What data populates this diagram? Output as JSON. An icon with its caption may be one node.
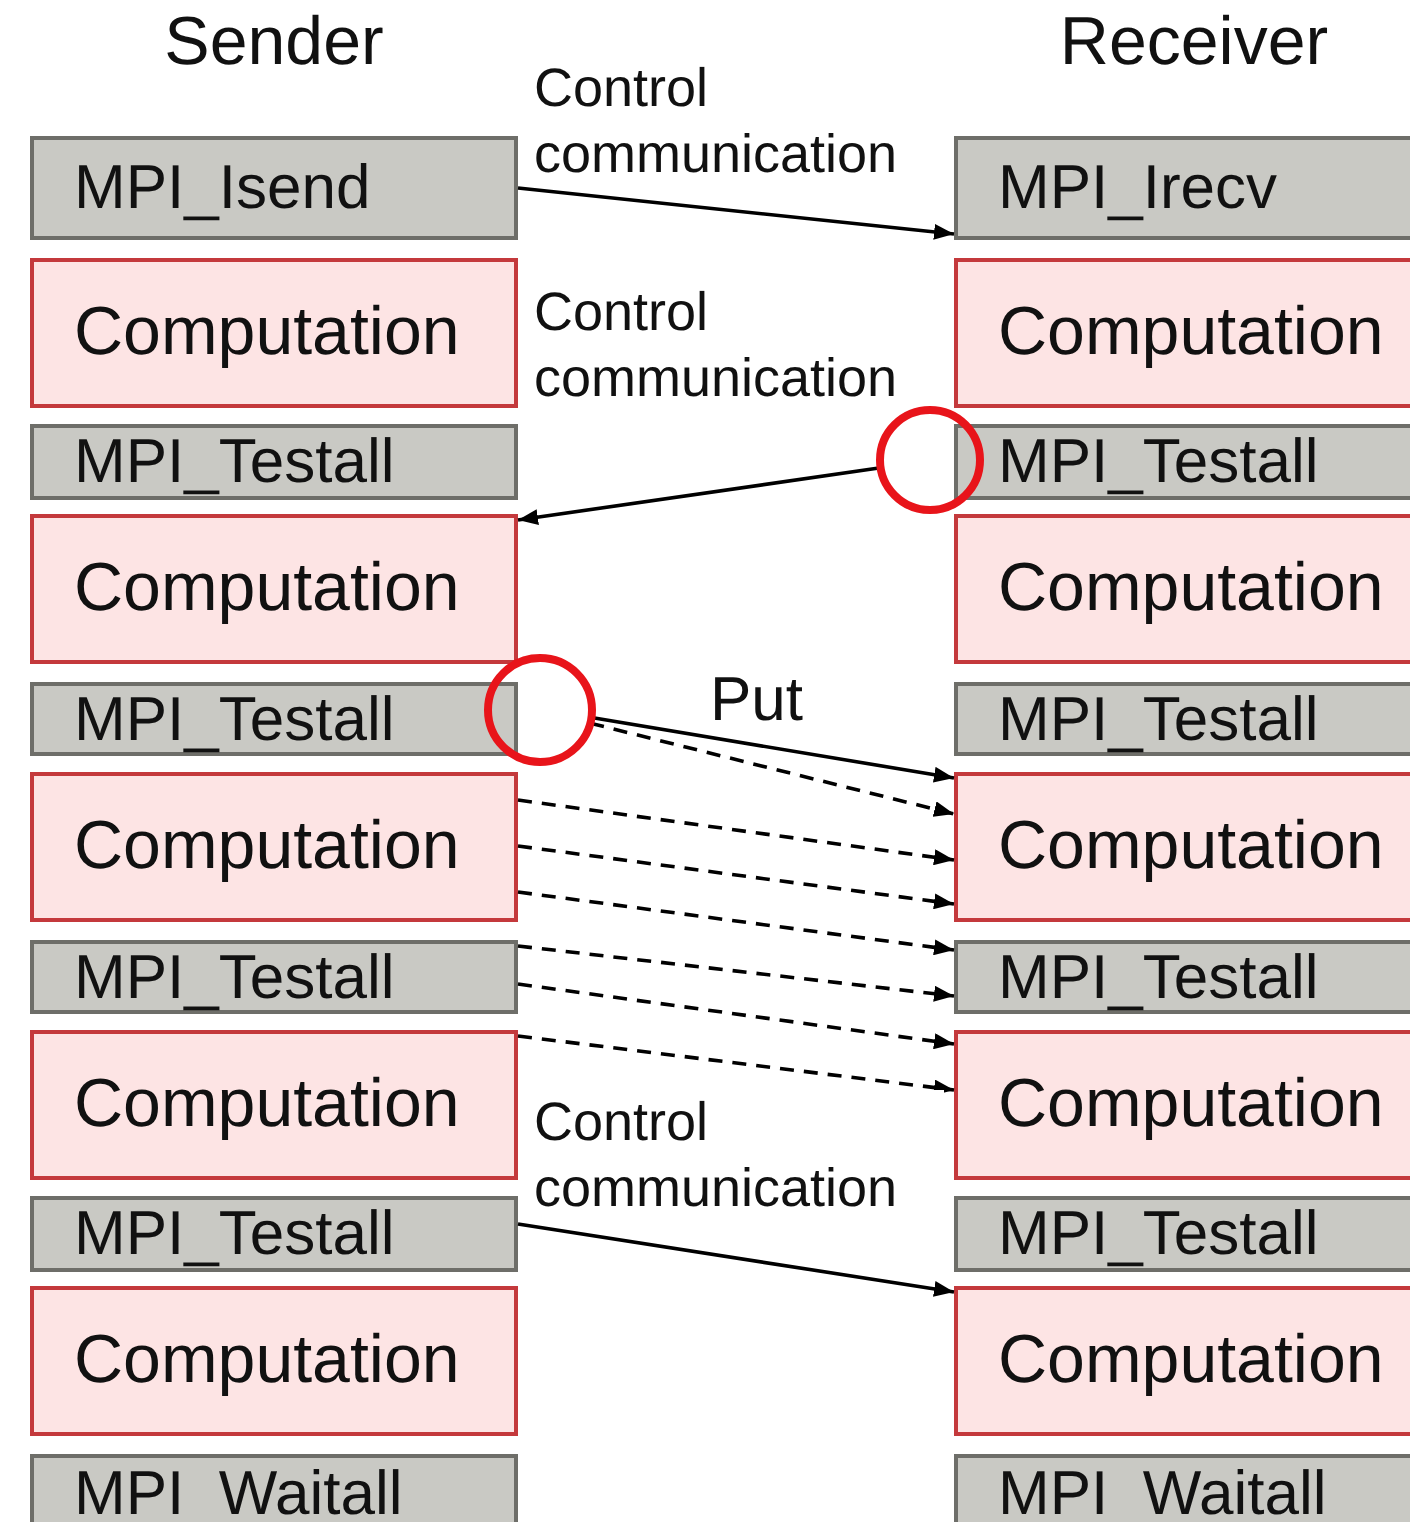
{
  "diagram": {
    "nodes": [
      {
        "text": [
          "MPI_Isend"
        ]
      },
      {
        "text": [
          "MPI_Irecv"
        ]
      },
      {
        "text": [
          "Computation"
        ]
      },
      {
        "text": [
          "Computation"
        ]
      },
      {
        "text": [
          "MPI_Testall"
        ]
      },
      {
        "text": [
          "MPI_Testall"
        ]
      },
      {
        "text": [
          "Computation"
        ]
      },
      {
        "text": [
          "Computation"
        ]
      },
      {
        "text": [
          "MPI_Testall"
        ]
      },
      {
        "text": [
          "MPI_Testall"
        ]
      },
      {
        "text": [
          "Computation"
        ]
      },
      {
        "text": [
          "Computation"
        ]
      },
      {
        "text": [
          "MPI_Testall"
        ]
      },
      {
        "text": [
          "MPI_Testall"
        ]
      },
      {
        "text": [
          "Computation"
        ]
      },
      {
        "text": [
          "Computation"
        ]
      },
      {
        "text": [
          "MPI_Testall"
        ]
      },
      {
        "text": [
          "MPI_Testall"
        ]
      },
      {
        "text": [
          "Computation"
        ]
      },
      {
        "text": [
          "Computation"
        ]
      },
      {
        "text": [
          "MPI_Waitall"
        ]
      },
      {
        "text": [
          "MPI_Waitall"
        ]
      },
      {
        "text": [],
        "shape": "circle"
      },
      {
        "text": [],
        "shape": "circle"
      }
    ],
    "edges": [
      {
        "from": 0,
        "to": 1,
        "arrow": "to",
        "label": "Control communication"
      },
      {
        "from": 22,
        "to": 6,
        "arrow": "to",
        "label": "Control communication"
      },
      {
        "from": 23,
        "to": 11,
        "arrow": "to",
        "label": "Put"
      },
      {
        "from": 23,
        "to": 11,
        "arrow": "to",
        "style": "dashed"
      },
      {
        "from": 10,
        "to": 11,
        "arrow": "to",
        "style": "dashed"
      },
      {
        "from": 10,
        "to": 11,
        "arrow": "to",
        "style": "dashed"
      },
      {
        "from": 10,
        "to": 13,
        "arrow": "to",
        "style": "dashed"
      },
      {
        "from": 12,
        "to": 13,
        "arrow": "to",
        "style": "dashed"
      },
      {
        "from": 12,
        "to": 15,
        "arrow": "to",
        "style": "dashed"
      },
      {
        "from": 14,
        "to": 15,
        "arrow": "to",
        "style": "dashed"
      },
      {
        "from": 16,
        "to": 19,
        "arrow": "to",
        "label": "Control communication"
      }
    ],
    "labels": [
      "Sender",
      "Receiver"
    ]
  }
}
